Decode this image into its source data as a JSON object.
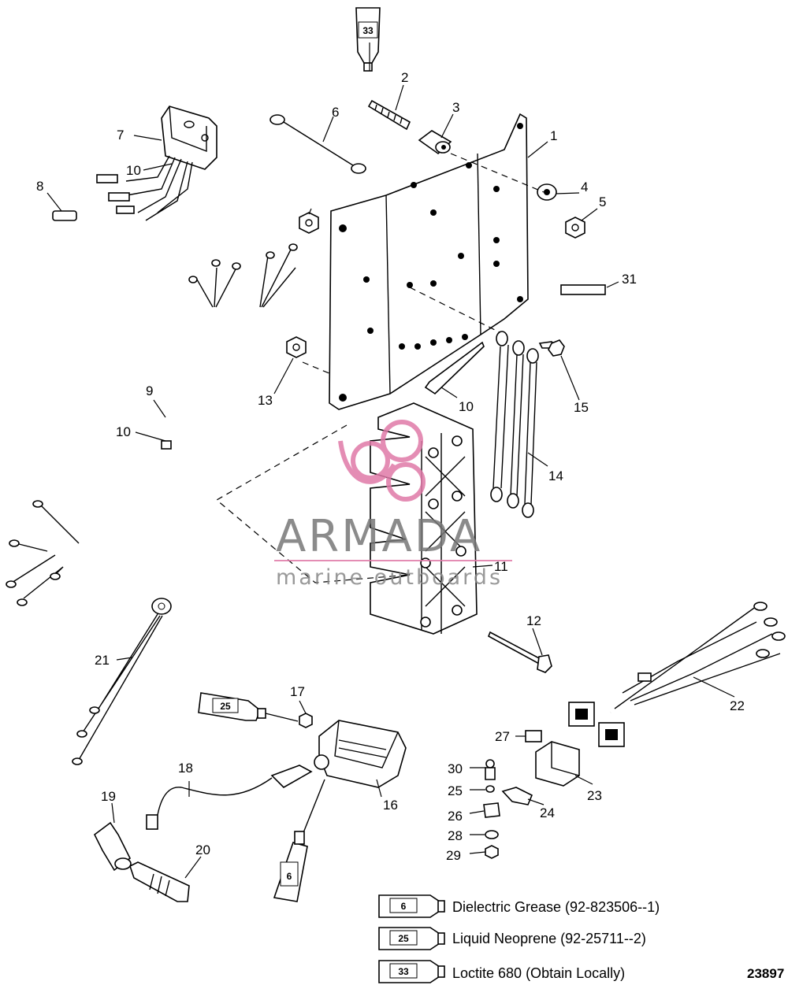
{
  "callouts": [
    {
      "id": "1",
      "label": "1"
    },
    {
      "id": "2",
      "label": "2"
    },
    {
      "id": "3",
      "label": "3"
    },
    {
      "id": "4",
      "label": "4"
    },
    {
      "id": "5",
      "label": "5"
    },
    {
      "id": "6a",
      "label": "6"
    },
    {
      "id": "7",
      "label": "7"
    },
    {
      "id": "8",
      "label": "8"
    },
    {
      "id": "9",
      "label": "9"
    },
    {
      "id": "10a",
      "label": "10"
    },
    {
      "id": "10b",
      "label": "10"
    },
    {
      "id": "10c",
      "label": "10"
    },
    {
      "id": "11",
      "label": "11"
    },
    {
      "id": "12",
      "label": "12"
    },
    {
      "id": "13",
      "label": "13"
    },
    {
      "id": "14",
      "label": "14"
    },
    {
      "id": "15",
      "label": "15"
    },
    {
      "id": "16",
      "label": "16"
    },
    {
      "id": "17",
      "label": "17"
    },
    {
      "id": "18",
      "label": "18"
    },
    {
      "id": "19",
      "label": "19"
    },
    {
      "id": "20",
      "label": "20"
    },
    {
      "id": "21",
      "label": "21"
    },
    {
      "id": "22",
      "label": "22"
    },
    {
      "id": "23",
      "label": "23"
    },
    {
      "id": "24",
      "label": "24"
    },
    {
      "id": "25",
      "label": "25"
    },
    {
      "id": "26",
      "label": "26"
    },
    {
      "id": "27",
      "label": "27"
    },
    {
      "id": "28",
      "label": "28"
    },
    {
      "id": "29",
      "label": "29"
    },
    {
      "id": "30",
      "label": "30"
    },
    {
      "id": "31",
      "label": "31"
    }
  ],
  "tube_labels": {
    "top": "33",
    "grease_mid": "25",
    "grease_low": "6"
  },
  "legend": [
    {
      "code": "6",
      "text": "Dielectric Grease (92-823506--1)"
    },
    {
      "code": "25",
      "text": "Liquid Neoprene (92-25711--2)"
    },
    {
      "code": "33",
      "text": "Loctite 680 (Obtain Locally)"
    }
  ],
  "watermark": {
    "brand": "ARMADA",
    "tagline": "marine outboards",
    "accent_color": "#e07aa8"
  },
  "figure_number": "23897"
}
